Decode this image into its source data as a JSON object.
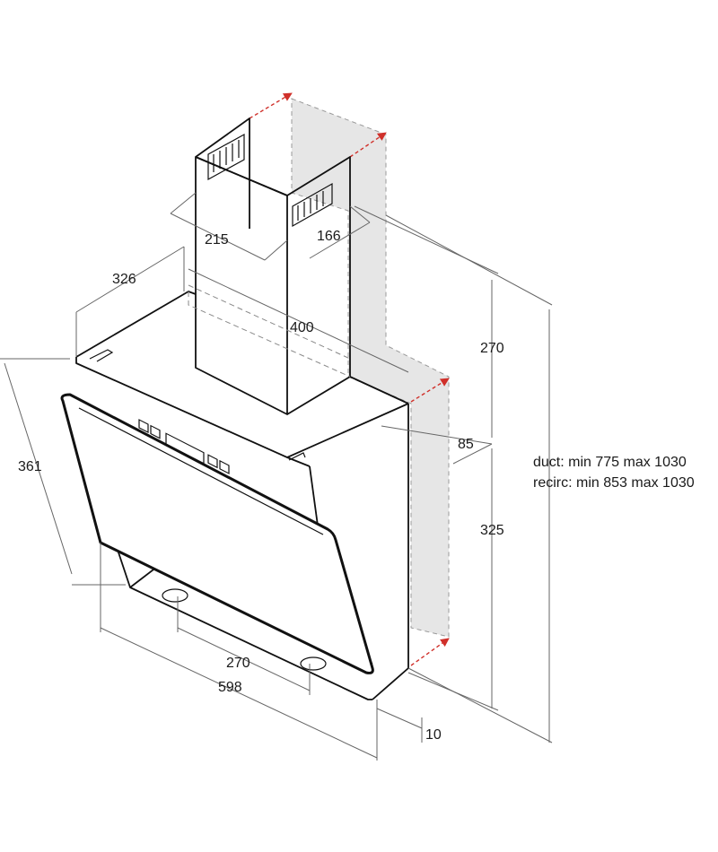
{
  "diagram": {
    "dimensions": {
      "chimney_width": "215",
      "chimney_depth": "166",
      "hood_depth": "326",
      "hood_inner_width": "400",
      "chimney_height": "270",
      "hood_body_height": "325",
      "glass_offset": "85",
      "glass_height": "361",
      "bottom_spacing": "270",
      "hood_width": "598",
      "bottom_offset": "10"
    },
    "notes": {
      "duct": "duct: min 775 max 1030",
      "recirc": "recirc: min 853 max 1030"
    },
    "colors": {
      "line": "#111111",
      "dimension": "#666666",
      "wall": "#e6e6e6",
      "arrow_accent": "#d0302a"
    }
  }
}
